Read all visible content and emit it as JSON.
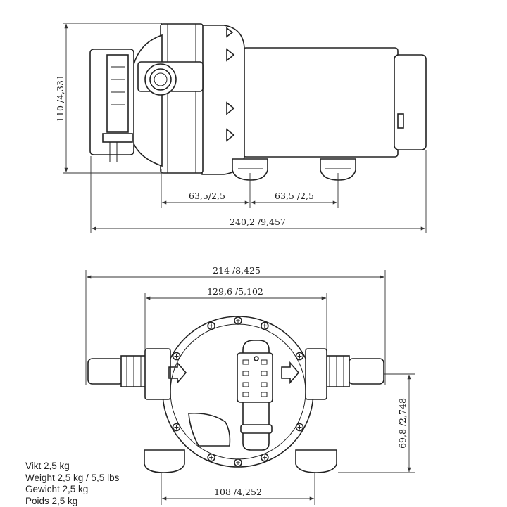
{
  "side_view": {
    "height_dim": "110 /4,331",
    "spacing_left_dim": "63,5/2,5",
    "spacing_right_dim": "63,5 /2,5",
    "length_dim": "240,2 /9,457"
  },
  "front_view": {
    "width_total_dim": "214 /8,425",
    "width_head_dim": "129,6 /5,102",
    "port_height_dim": "69,8 /2,748",
    "feet_spacing_dim": "108 /4,252"
  },
  "specs": [
    "Vikt 2,5 kg",
    "Weight 2,5 kg / 5,5 lbs",
    "Gewicht 2,5 kg",
    "Poids 2,5 kg"
  ],
  "colors": {
    "line": "#222222",
    "background": "#ffffff"
  }
}
